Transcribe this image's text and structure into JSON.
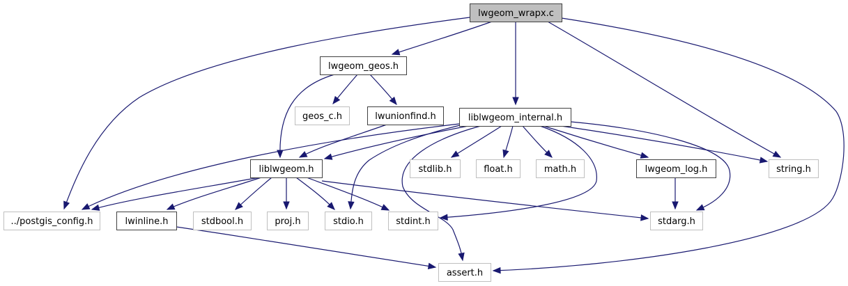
{
  "diagram": {
    "type": "include-dependency-graph",
    "root": "lwgeom_wrapx.c",
    "colors": {
      "edge": "#191970",
      "root_fill": "#bfbfbf",
      "root_stroke": "#404040",
      "documented_stroke": "#404040",
      "external_stroke": "#bfbfbf",
      "node_fill": "#ffffff"
    },
    "nodes": [
      {
        "id": "lwgeom_wrapx_c",
        "label": "lwgeom_wrapx.c",
        "kind": "root"
      },
      {
        "id": "lwgeom_geos_h",
        "label": "lwgeom_geos.h",
        "kind": "documented"
      },
      {
        "id": "geos_c_h",
        "label": "geos_c.h",
        "kind": "external"
      },
      {
        "id": "lwunionfind_h",
        "label": "lwunionfind.h",
        "kind": "documented"
      },
      {
        "id": "liblwgeom_internal_h",
        "label": "liblwgeom_internal.h",
        "kind": "documented"
      },
      {
        "id": "liblwgeom_h",
        "label": "liblwgeom.h",
        "kind": "documented"
      },
      {
        "id": "stdlib_h",
        "label": "stdlib.h",
        "kind": "external"
      },
      {
        "id": "float_h",
        "label": "float.h",
        "kind": "external"
      },
      {
        "id": "math_h",
        "label": "math.h",
        "kind": "external"
      },
      {
        "id": "lwgeom_log_h",
        "label": "lwgeom_log.h",
        "kind": "documented"
      },
      {
        "id": "string_h",
        "label": "string.h",
        "kind": "external"
      },
      {
        "id": "postgis_config_h",
        "label": "../postgis_config.h",
        "kind": "external"
      },
      {
        "id": "lwinline_h",
        "label": "lwinline.h",
        "kind": "documented"
      },
      {
        "id": "stdbool_h",
        "label": "stdbool.h",
        "kind": "external"
      },
      {
        "id": "proj_h",
        "label": "proj.h",
        "kind": "external"
      },
      {
        "id": "stdio_h",
        "label": "stdio.h",
        "kind": "external"
      },
      {
        "id": "stdint_h",
        "label": "stdint.h",
        "kind": "external"
      },
      {
        "id": "stdarg_h",
        "label": "stdarg.h",
        "kind": "external"
      },
      {
        "id": "assert_h",
        "label": "assert.h",
        "kind": "external"
      }
    ],
    "edges": [
      {
        "from": "lwgeom_wrapx_c",
        "to": "lwgeom_geos_h"
      },
      {
        "from": "lwgeom_wrapx_c",
        "to": "liblwgeom_internal_h"
      },
      {
        "from": "lwgeom_wrapx_c",
        "to": "postgis_config_h"
      },
      {
        "from": "lwgeom_wrapx_c",
        "to": "string_h"
      },
      {
        "from": "lwgeom_wrapx_c",
        "to": "assert_h"
      },
      {
        "from": "lwgeom_geos_h",
        "to": "geos_c_h"
      },
      {
        "from": "lwgeom_geos_h",
        "to": "lwunionfind_h"
      },
      {
        "from": "lwgeom_geos_h",
        "to": "liblwgeom_h"
      },
      {
        "from": "lwunionfind_h",
        "to": "liblwgeom_h"
      },
      {
        "from": "liblwgeom_internal_h",
        "to": "liblwgeom_h"
      },
      {
        "from": "liblwgeom_internal_h",
        "to": "postgis_config_h"
      },
      {
        "from": "liblwgeom_internal_h",
        "to": "stdlib_h"
      },
      {
        "from": "liblwgeom_internal_h",
        "to": "float_h"
      },
      {
        "from": "liblwgeom_internal_h",
        "to": "math_h"
      },
      {
        "from": "liblwgeom_internal_h",
        "to": "lwgeom_log_h"
      },
      {
        "from": "liblwgeom_internal_h",
        "to": "string_h"
      },
      {
        "from": "liblwgeom_internal_h",
        "to": "stdio_h"
      },
      {
        "from": "liblwgeom_internal_h",
        "to": "stdint_h"
      },
      {
        "from": "liblwgeom_internal_h",
        "to": "stdarg_h"
      },
      {
        "from": "liblwgeom_internal_h",
        "to": "assert_h"
      },
      {
        "from": "liblwgeom_h",
        "to": "postgis_config_h"
      },
      {
        "from": "liblwgeom_h",
        "to": "lwinline_h"
      },
      {
        "from": "liblwgeom_h",
        "to": "stdbool_h"
      },
      {
        "from": "liblwgeom_h",
        "to": "proj_h"
      },
      {
        "from": "liblwgeom_h",
        "to": "stdio_h"
      },
      {
        "from": "liblwgeom_h",
        "to": "stdint_h"
      },
      {
        "from": "liblwgeom_h",
        "to": "stdarg_h"
      },
      {
        "from": "lwgeom_log_h",
        "to": "stdarg_h"
      },
      {
        "from": "lwinline_h",
        "to": "assert_h"
      }
    ]
  }
}
